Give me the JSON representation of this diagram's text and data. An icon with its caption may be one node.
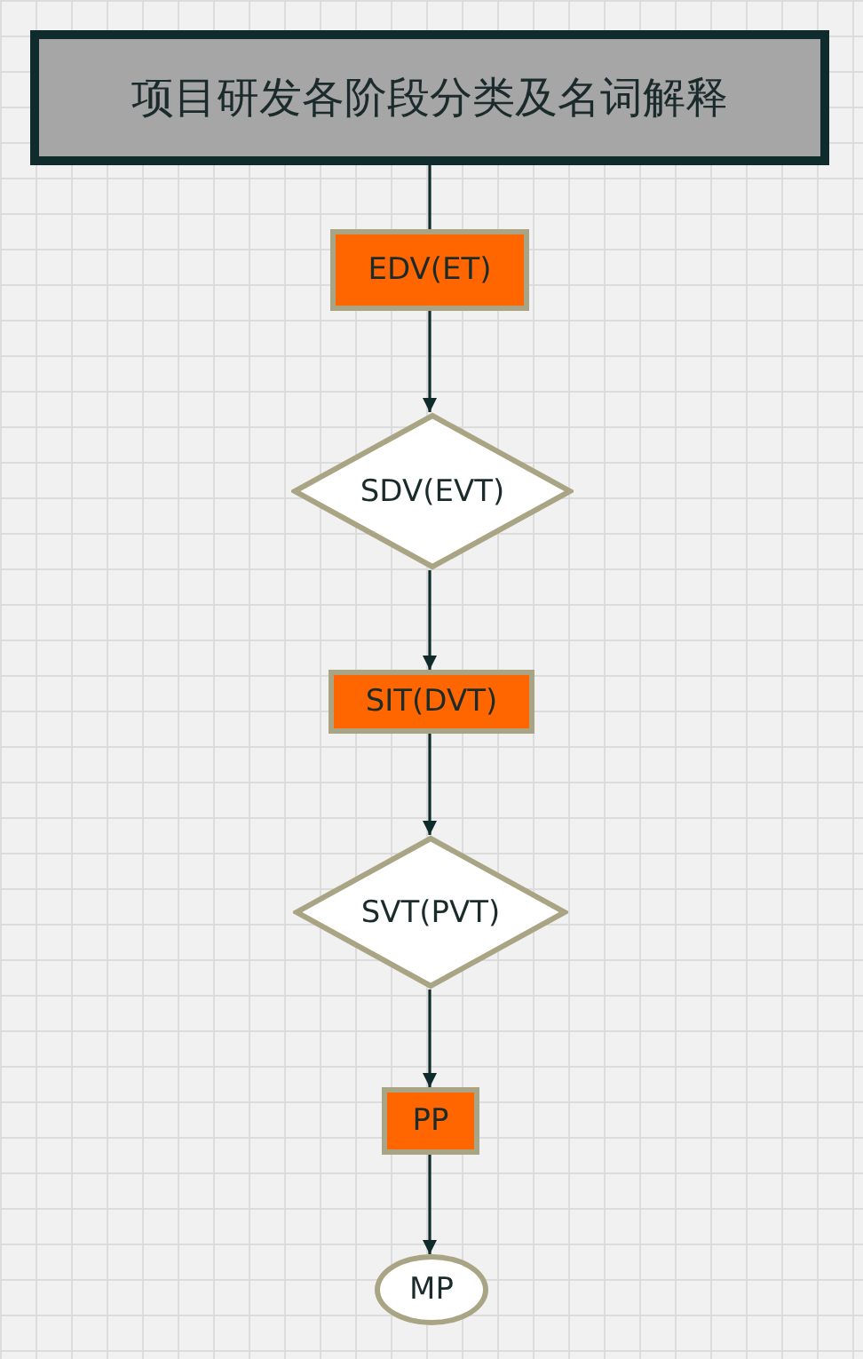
{
  "diagram": {
    "nodes": [
      {
        "text": [
          "项目研发各阶段分类及名词解释"
        ]
      },
      {
        "text": [
          "EDV(ET)"
        ]
      },
      {
        "text": [
          "SDV(EVT)"
        ]
      },
      {
        "text": [
          "SIT(DVT)"
        ]
      },
      {
        "text": [
          "SVT(PVT)"
        ]
      },
      {
        "text": [
          "PP"
        ]
      },
      {
        "text": [
          "MP"
        ]
      }
    ],
    "edges": [
      {
        "from": 0,
        "to": 1,
        "arrow": "none"
      },
      {
        "from": 1,
        "to": 2,
        "arrow": "to"
      },
      {
        "from": 2,
        "to": 3,
        "arrow": "to"
      },
      {
        "from": 3,
        "to": 4,
        "arrow": "to"
      },
      {
        "from": 4,
        "to": 5,
        "arrow": "to"
      },
      {
        "from": 5,
        "to": 6,
        "arrow": "to"
      }
    ]
  }
}
